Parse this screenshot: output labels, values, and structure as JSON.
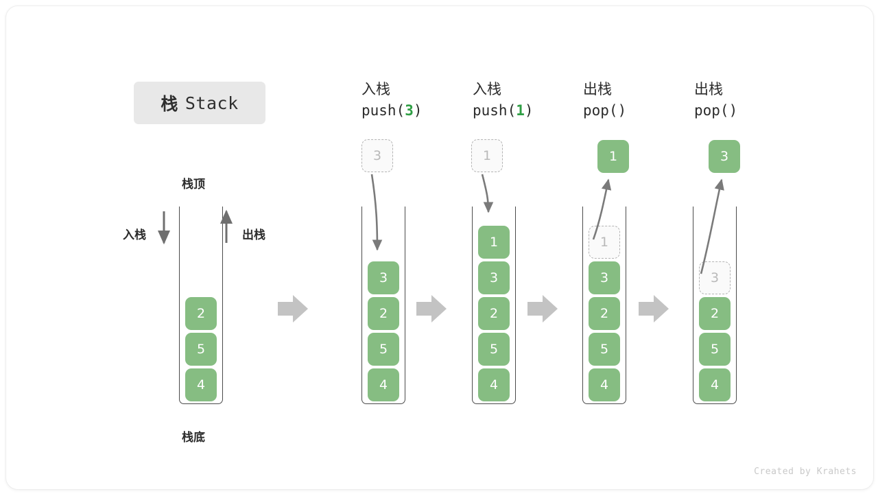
{
  "title": {
    "cjk": "栈",
    "latin": "Stack"
  },
  "labels": {
    "top": "栈顶",
    "bottom": "栈底",
    "push_side": "入栈",
    "pop_side": "出栈"
  },
  "footer": "Created by Krahets",
  "colors": {
    "cell_fill": "#86bd82",
    "cell_text": "#ffffff",
    "ghost_border": "#b3b3b3",
    "ghost_text": "#b9b9b9",
    "arrow": "#7a7a7a",
    "block_arrow": "#c3c3c3",
    "accent_arg": "#2f9e44",
    "badge_bg": "#e8e8e8"
  },
  "stages": [
    {
      "id": "initial",
      "op_cjk": "",
      "op_code_prefix": "",
      "op_code_arg": "",
      "op_code_suffix": "",
      "cells": [
        "4",
        "5",
        "2"
      ],
      "float_cell": null
    },
    {
      "id": "push-3",
      "op_cjk": "入栈",
      "op_code_prefix": "push(",
      "op_code_arg": "3",
      "op_code_suffix": ")",
      "cells": [
        "4",
        "5",
        "2",
        "3"
      ],
      "float_cell": {
        "value": "3",
        "style": "ghost"
      }
    },
    {
      "id": "push-1",
      "op_cjk": "入栈",
      "op_code_prefix": "push(",
      "op_code_arg": "1",
      "op_code_suffix": ")",
      "cells": [
        "4",
        "5",
        "2",
        "3",
        "1"
      ],
      "float_cell": {
        "value": "1",
        "style": "ghost"
      }
    },
    {
      "id": "pop-1",
      "op_cjk": "出栈",
      "op_code_prefix": "pop(",
      "op_code_arg": "",
      "op_code_suffix": ")",
      "cells": [
        "4",
        "5",
        "2",
        "3",
        "1"
      ],
      "top_is_ghost": true,
      "float_cell": {
        "value": "1",
        "style": "filled"
      }
    },
    {
      "id": "pop-3",
      "op_cjk": "出栈",
      "op_code_prefix": "pop(",
      "op_code_arg": "",
      "op_code_suffix": ")",
      "cells": [
        "4",
        "5",
        "2",
        "3"
      ],
      "top_is_ghost": true,
      "float_cell": {
        "value": "3",
        "style": "filled"
      }
    }
  ],
  "transition_arrows": 4
}
